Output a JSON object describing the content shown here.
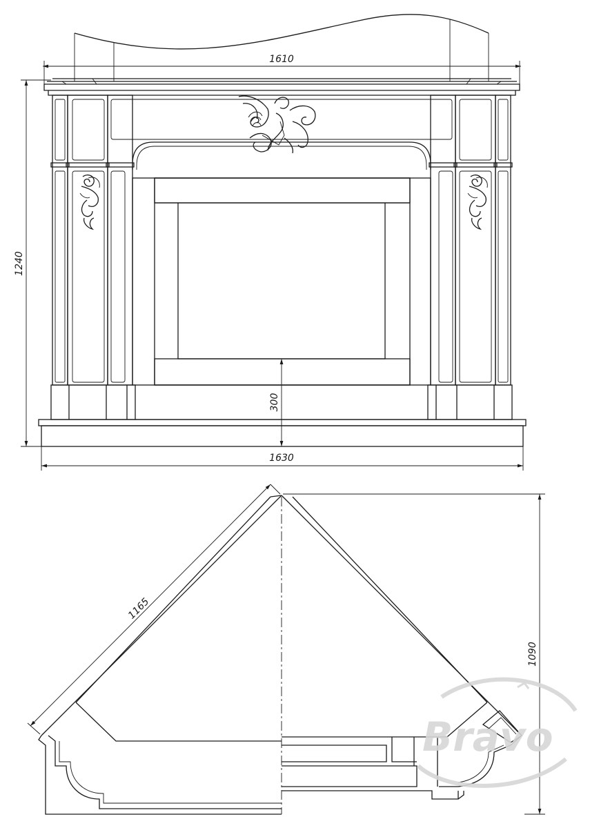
{
  "front_view": {
    "dimensions": {
      "top_width": "1610",
      "height": "1240",
      "opening_height": "300",
      "base_width": "1630"
    }
  },
  "corner_plan": {
    "dimensions": {
      "side_length": "1165",
      "depth": "1090"
    }
  },
  "watermark": {
    "brand": "Bravo",
    "color": "#d6d6d6"
  },
  "colors": {
    "line": "#1a1a1a",
    "background": "#ffffff"
  }
}
